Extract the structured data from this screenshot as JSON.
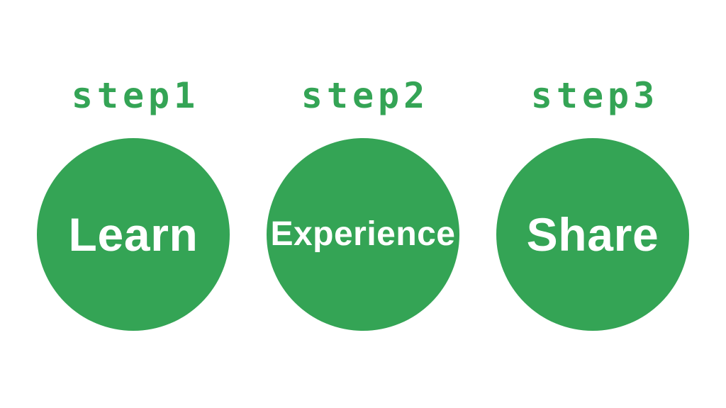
{
  "page": {
    "background_color": "#ffffff",
    "accent_green": "#34a455",
    "circle_text_color": "#ffffff"
  },
  "steps": [
    {
      "label": "step1",
      "circle_text": "Learn"
    },
    {
      "label": "step2",
      "circle_text": "Experience"
    },
    {
      "label": "step3",
      "circle_text": "Share"
    }
  ]
}
